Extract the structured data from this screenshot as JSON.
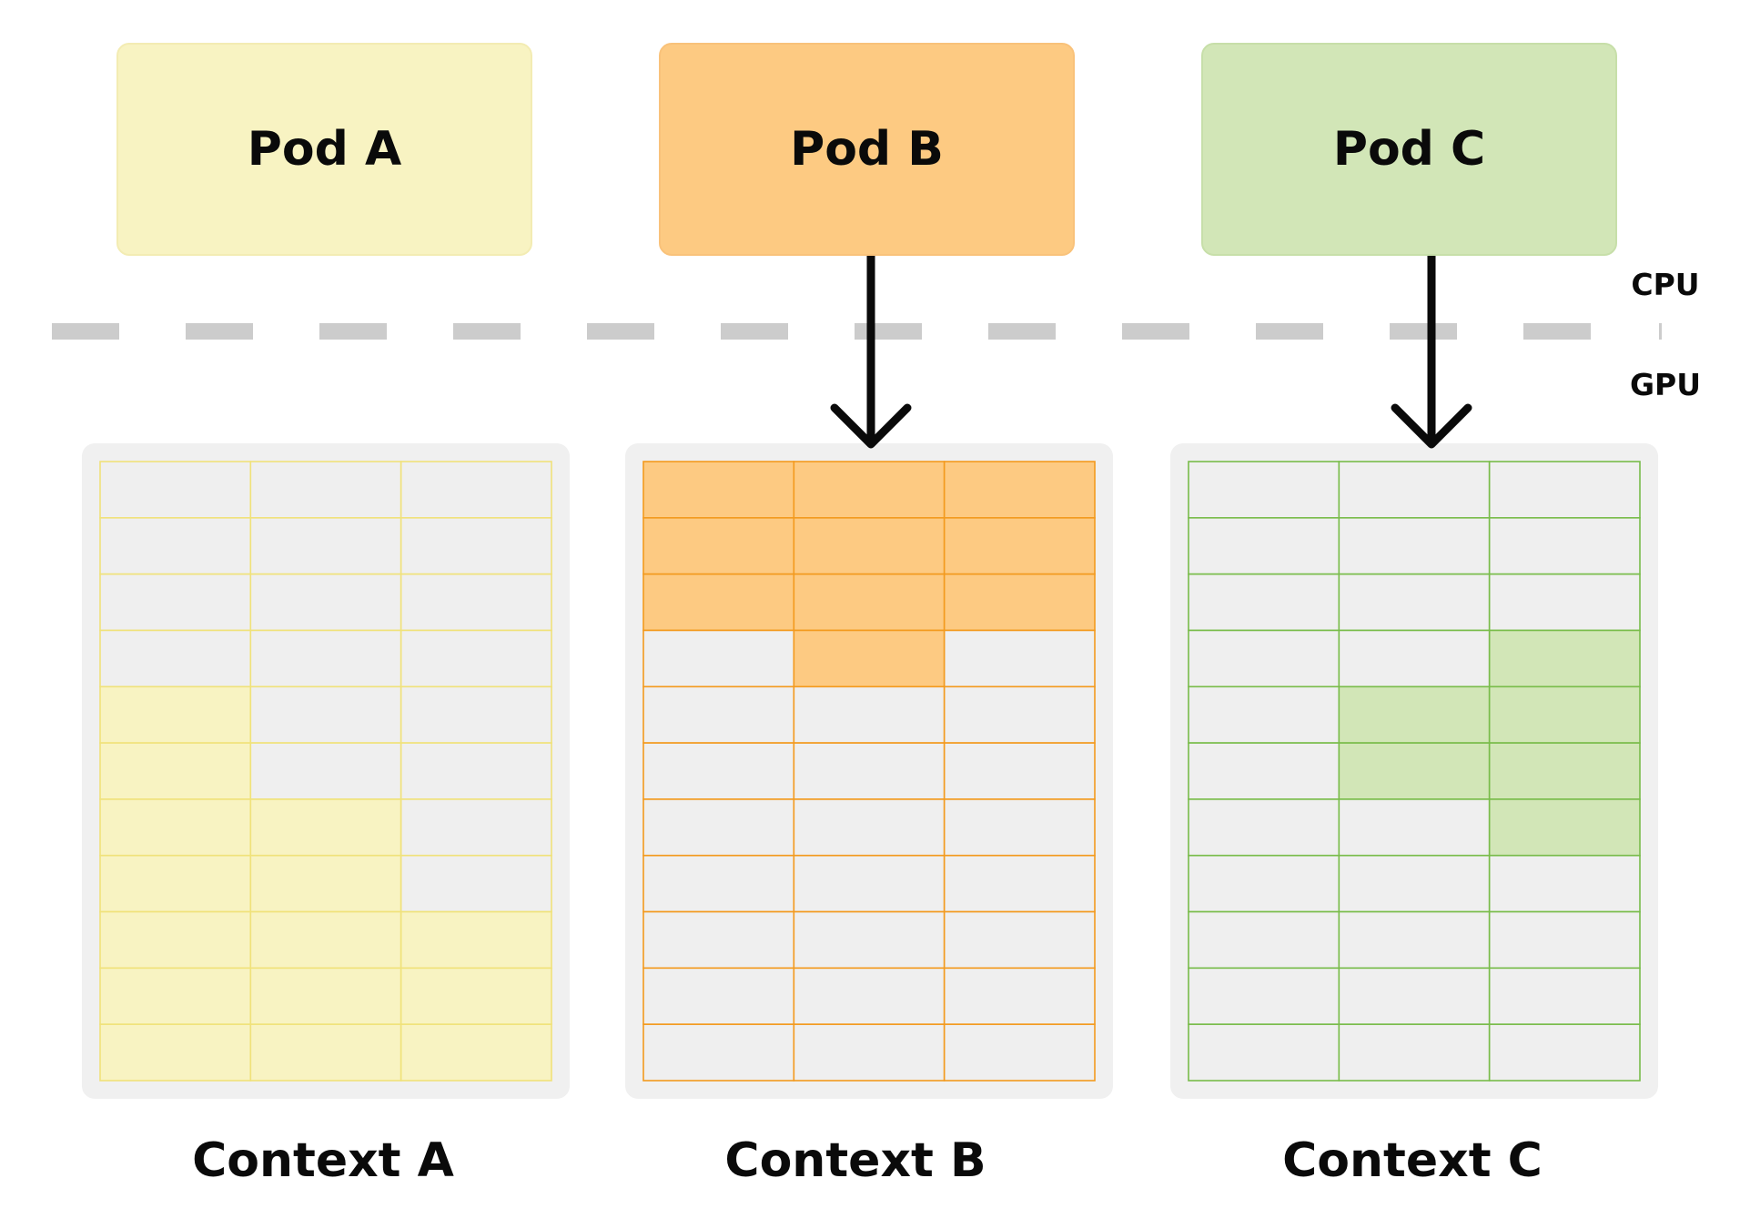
{
  "pods": [
    {
      "label": "Pod A",
      "color": "#f8f3c2",
      "border": "#f3ecb3"
    },
    {
      "label": "Pod B",
      "color": "#fdca82",
      "border": "#f9c27a"
    },
    {
      "label": "Pod C",
      "color": "#d2e6b7",
      "border": "#c7dfa9"
    }
  ],
  "layers": {
    "cpu": "CPU",
    "gpu": "GPU"
  },
  "contexts": [
    {
      "label": "Context A",
      "line_color": "#f0e27a",
      "fill_color": "#f8f3c2",
      "rows": 11,
      "cols": 3,
      "filled": [
        [
          4,
          0
        ],
        [
          5,
          0
        ],
        [
          6,
          0
        ],
        [
          6,
          1
        ],
        [
          7,
          0
        ],
        [
          7,
          1
        ],
        [
          8,
          0
        ],
        [
          8,
          1
        ],
        [
          8,
          2
        ],
        [
          9,
          0
        ],
        [
          9,
          1
        ],
        [
          9,
          2
        ],
        [
          10,
          0
        ],
        [
          10,
          1
        ],
        [
          10,
          2
        ]
      ]
    },
    {
      "label": "Context B",
      "line_color": "#f39a1e",
      "fill_color": "#fdca82",
      "rows": 11,
      "cols": 3,
      "filled": [
        [
          0,
          0
        ],
        [
          0,
          1
        ],
        [
          0,
          2
        ],
        [
          1,
          0
        ],
        [
          1,
          1
        ],
        [
          1,
          2
        ],
        [
          2,
          0
        ],
        [
          2,
          1
        ],
        [
          2,
          2
        ],
        [
          3,
          1
        ]
      ]
    },
    {
      "label": "Context C",
      "line_color": "#79bc4a",
      "fill_color": "#d2e6b7",
      "rows": 11,
      "cols": 3,
      "filled": [
        [
          3,
          2
        ],
        [
          4,
          1
        ],
        [
          4,
          2
        ],
        [
          5,
          1
        ],
        [
          5,
          2
        ],
        [
          6,
          2
        ]
      ]
    }
  ],
  "arrows": [
    {
      "from": "Pod B",
      "to": "Context B"
    },
    {
      "from": "Pod C",
      "to": "Context C"
    }
  ],
  "colors": {
    "cell_empty": "#efefef",
    "panel_bg": "#f0f0f0",
    "divider": "#cccccc",
    "arrow": "#0a0a0a"
  }
}
